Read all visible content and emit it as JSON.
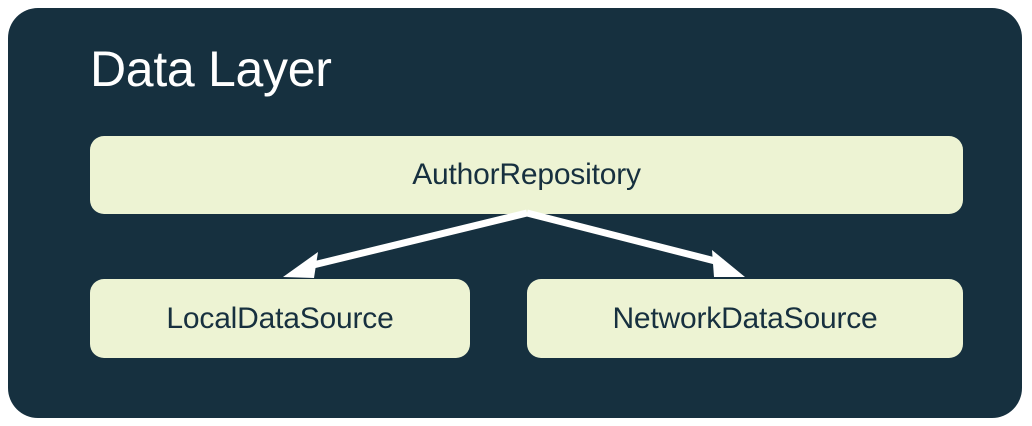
{
  "diagram": {
    "title": "Data Layer",
    "type": "architecture-layer-diagram",
    "colors": {
      "card_background": "#16303F",
      "node_fill": "#EDF3D3",
      "node_text": "#17303F",
      "title_text": "#FFFFFF",
      "arrow": "#FFFFFF",
      "page_background": "#FFFFFF"
    },
    "nodes": [
      {
        "id": "repository",
        "label": "AuthorRepository",
        "role": "repository"
      },
      {
        "id": "local",
        "label": "LocalDataSource",
        "role": "data-source"
      },
      {
        "id": "network",
        "label": "NetworkDataSource",
        "role": "data-source"
      }
    ],
    "edges": [
      {
        "id": "repository-to-local",
        "from": "repository",
        "to": "local",
        "style": "solid-arrow"
      },
      {
        "id": "repository-to-network",
        "from": "repository",
        "to": "network",
        "style": "solid-arrow"
      }
    ]
  }
}
